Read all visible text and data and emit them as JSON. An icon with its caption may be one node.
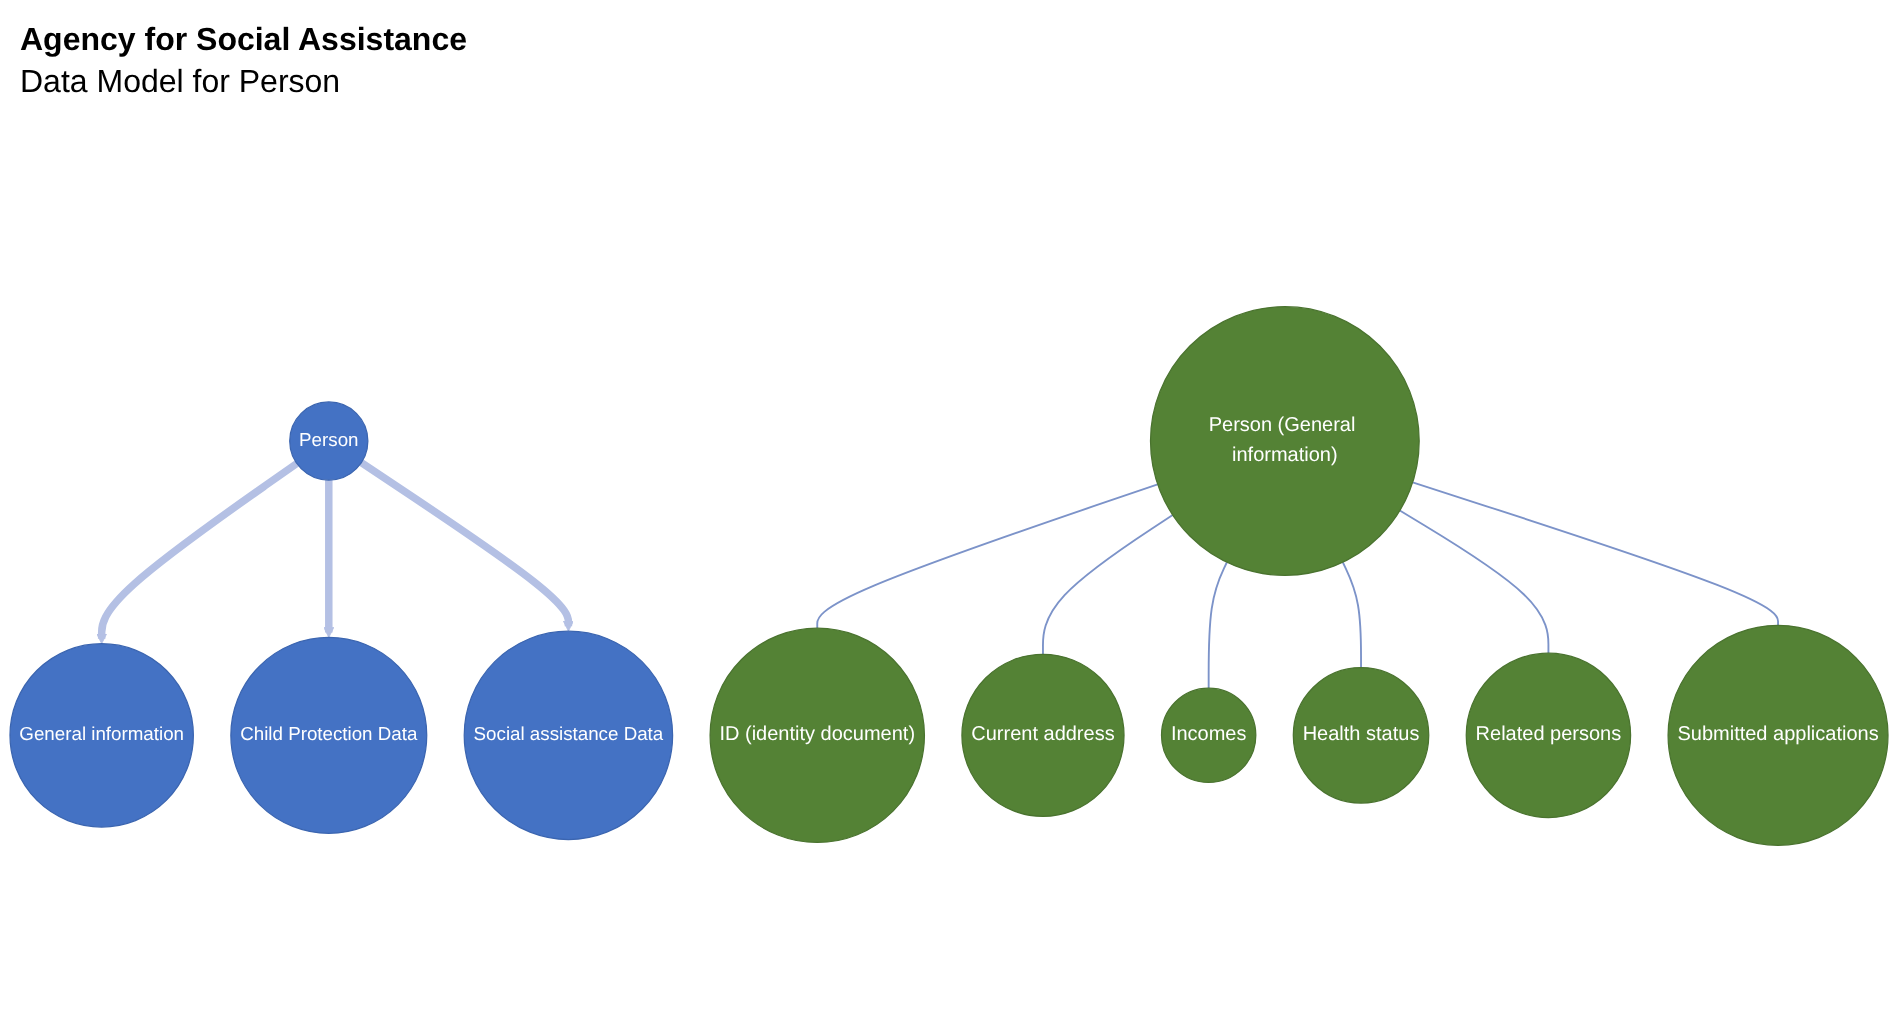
{
  "diagram": {
    "title": "Agency for Social Assistance",
    "nodes": [
      {
        "text": [
          "Person"
        ]
      },
      {
        "text": [
          "General information"
        ]
      },
      {
        "text": [
          "Child Protection Data"
        ]
      },
      {
        "text": [
          "Social assistance Data"
        ]
      },
      {
        "text": [
          "Person (General information)"
        ]
      },
      {
        "text": [
          "ID (identity document)"
        ]
      },
      {
        "text": [
          "Current address"
        ]
      },
      {
        "text": [
          "Incomes"
        ]
      },
      {
        "text": [
          "Health status"
        ]
      },
      {
        "text": [
          "Related persons"
        ]
      },
      {
        "text": [
          "Submitted applications"
        ]
      }
    ],
    "edges": [
      {
        "from": 0,
        "to": 1,
        "arrow": "to",
        "style": "thick",
        "color": "#b4c0e4"
      },
      {
        "from": 0,
        "to": 2,
        "arrow": "to",
        "style": "thick",
        "color": "#b4c0e4"
      },
      {
        "from": 0,
        "to": 3,
        "arrow": "to",
        "style": "thick",
        "color": "#b4c0e4"
      },
      {
        "from": 4,
        "to": 5,
        "arrow": "none"
      },
      {
        "from": 4,
        "to": 6,
        "arrow": "none"
      },
      {
        "from": 4,
        "to": 7,
        "arrow": "none"
      },
      {
        "from": 4,
        "to": 8,
        "arrow": "none"
      },
      {
        "from": 4,
        "to": 9,
        "arrow": "none"
      },
      {
        "from": 4,
        "to": 10,
        "arrow": "none"
      }
    ],
    "labels": [
      "Data Model for Person"
    ]
  }
}
